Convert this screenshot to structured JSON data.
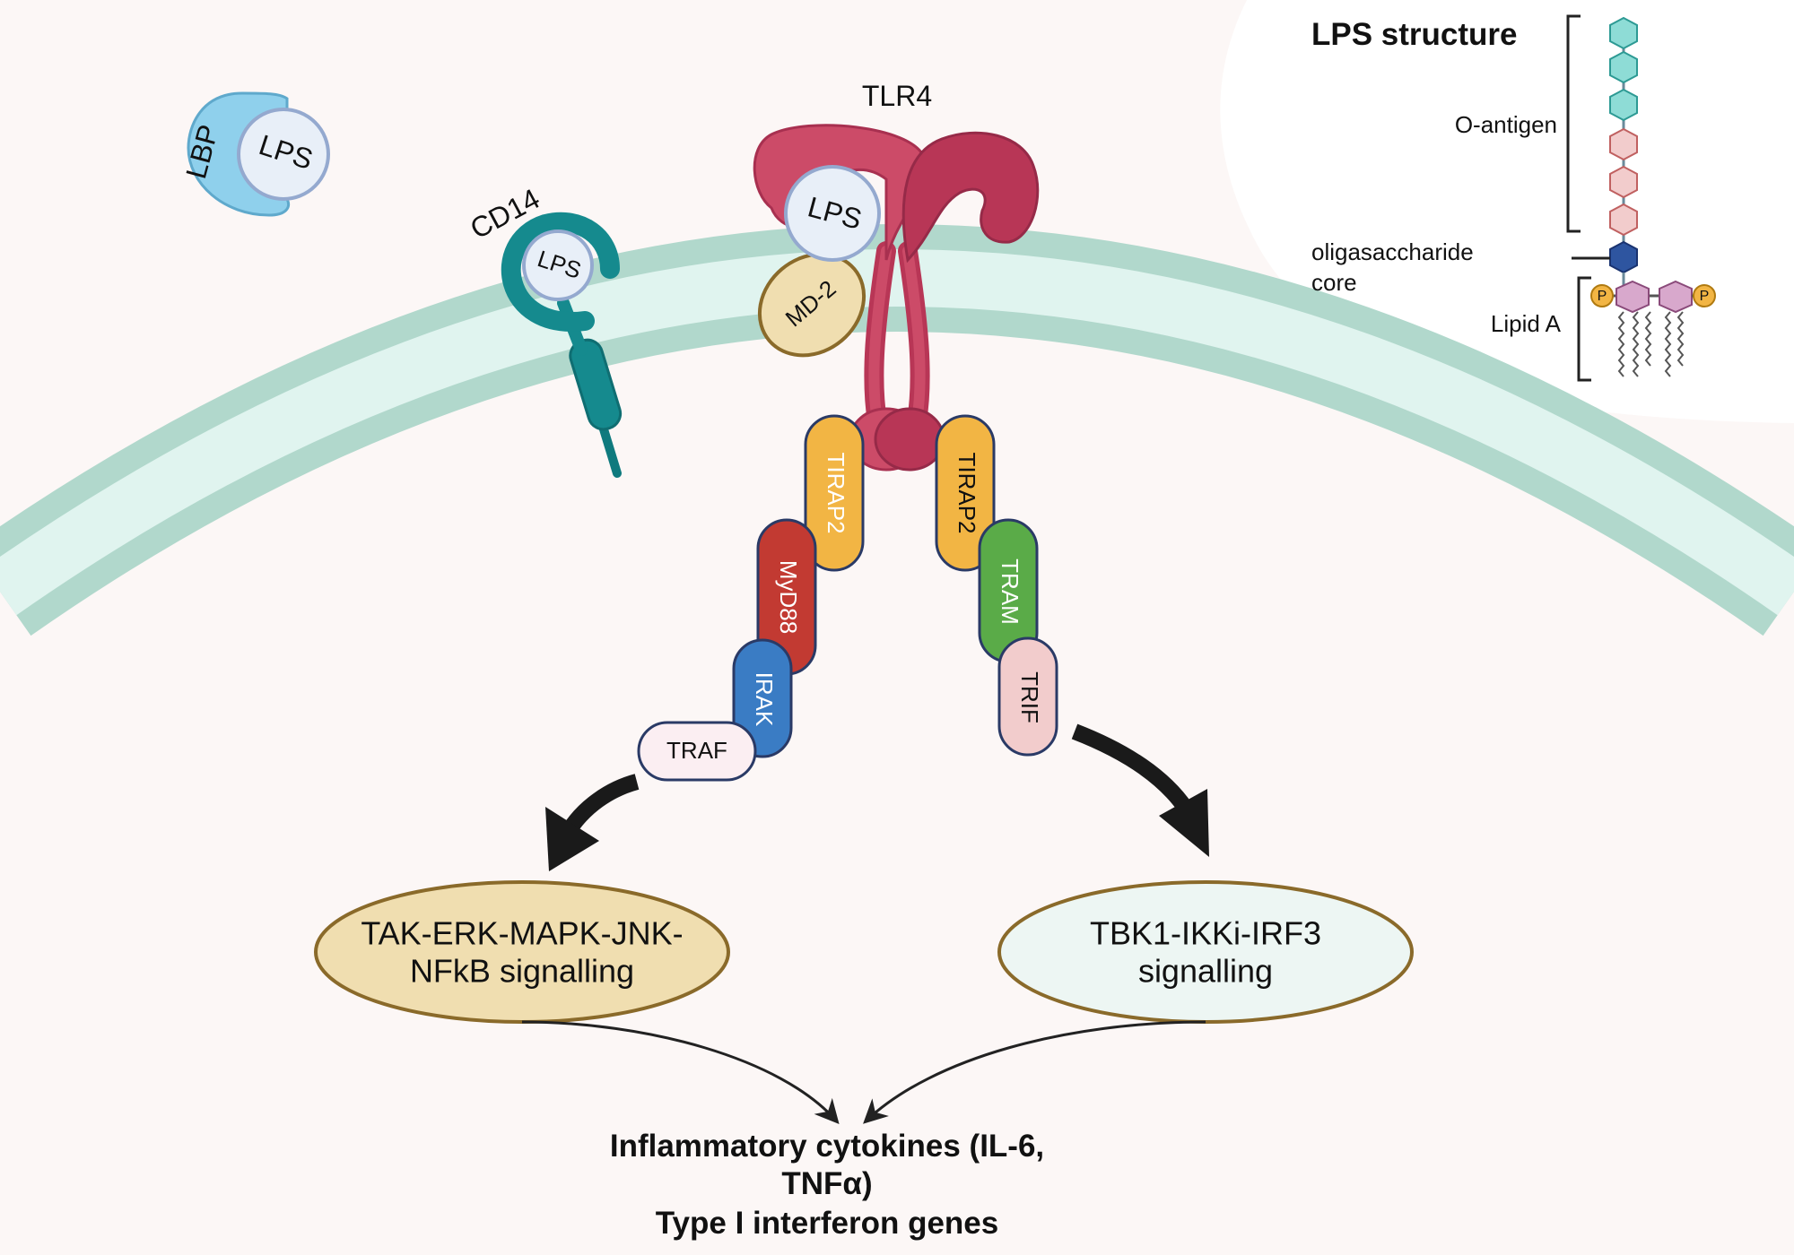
{
  "extracellular": {
    "lbp_label": "LBP",
    "lbp_lps_label": "LPS",
    "cd14_label": "CD14",
    "cd14_lps_label": "LPS"
  },
  "receptor": {
    "tlr4_label": "TLR4",
    "lps_label": "LPS",
    "md2_label": "MD-2"
  },
  "adaptors": {
    "tirap_left": "TIRAP2",
    "myd88": "MyD88",
    "irak": "IRAK",
    "traf": "TRAF",
    "tirap_right": "TIRAP2",
    "tram": "TRAM",
    "trif": "TRIF"
  },
  "pathways": {
    "left_line1": "TAK-ERK-MAPK-JNK-",
    "left_line2": "NFkB signalling",
    "right_line1": "TBK1-IKKi-IRF3",
    "right_line2": "signalling"
  },
  "outcome": {
    "line1": "Inflammatory cytokines (IL-6,",
    "line2": "TNFα)",
    "line3": "Type I interferon genes"
  },
  "lps_structure": {
    "title": "LPS structure",
    "o_antigen": "O-antigen",
    "core_line1": "oligasaccharide",
    "core_line2": "core",
    "lipid_a": "Lipid A",
    "phosphate": "P"
  },
  "colors": {
    "membrane_outer": "#b1d8cc",
    "membrane_inner": "#e0f4ef",
    "tlr4": "#cc4b68",
    "tlr4_dark": "#b83656",
    "lps_fill": "#e8eff8",
    "lps_stroke": "#94a9cf",
    "md2_fill": "#f0deb0",
    "tirap": "#f2b544",
    "myd88": "#c23a32",
    "irak": "#3a7cc4",
    "tram": "#5aab48",
    "trif": "#f2cccc",
    "traf": "#fbeef2",
    "cd14": "#158a8e",
    "lbp": "#8fd0ec"
  }
}
